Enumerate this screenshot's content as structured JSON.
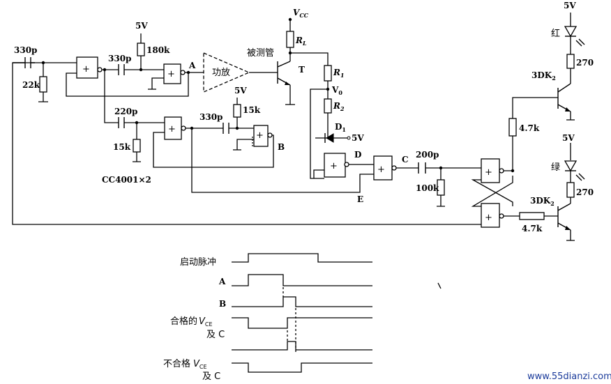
{
  "circuit": {
    "components": {
      "c_in": "330p",
      "r_in": "22k",
      "c_mid": "330p",
      "r_180": "180k",
      "c_220": "220p",
      "r_15a": "15k",
      "c_330b": "330p",
      "r_15b": "15k",
      "c_200": "200p",
      "r_100": "100k",
      "r_47a": "4.7k",
      "r_47b": "4.7k",
      "r_270a": "270",
      "r_270b": "270",
      "rc": "R",
      "rc_sub": "L",
      "r1": "R",
      "r1_sub": "1",
      "r2": "R",
      "r2_sub": "2",
      "vo": "V",
      "vo_sub": "0",
      "d1": "D",
      "d1_sub": "1"
    },
    "supplies": {
      "v_top1": "5V",
      "v_top2": "5V",
      "v_top3": "5V",
      "v_top4": "5V",
      "v_top5": "5V",
      "vcc": "V",
      "vcc_sub": "CC"
    },
    "nodes": {
      "a": "A",
      "b": "B",
      "c": "C",
      "d": "D",
      "e": "E"
    },
    "labels": {
      "power_amp": "功放",
      "dut": "被测管",
      "transistor": "T",
      "ic": "CC4001×2",
      "red": "红",
      "green": "绿",
      "q1": "3DK",
      "q1_sub": "2",
      "q2": "3DK",
      "q2_sub": "2"
    }
  },
  "timing": {
    "labels": {
      "start": "启动脉冲",
      "a": "A",
      "b": "B",
      "pass_1": "合格的",
      "pass_v": "V",
      "pass_sub": "CE",
      "pass_2": "及 C",
      "fail_1": "不合格",
      "fail_v": "V",
      "fail_sub": "CE",
      "fail_2": "及 C"
    }
  },
  "watermark": "www.55dianzi.com"
}
